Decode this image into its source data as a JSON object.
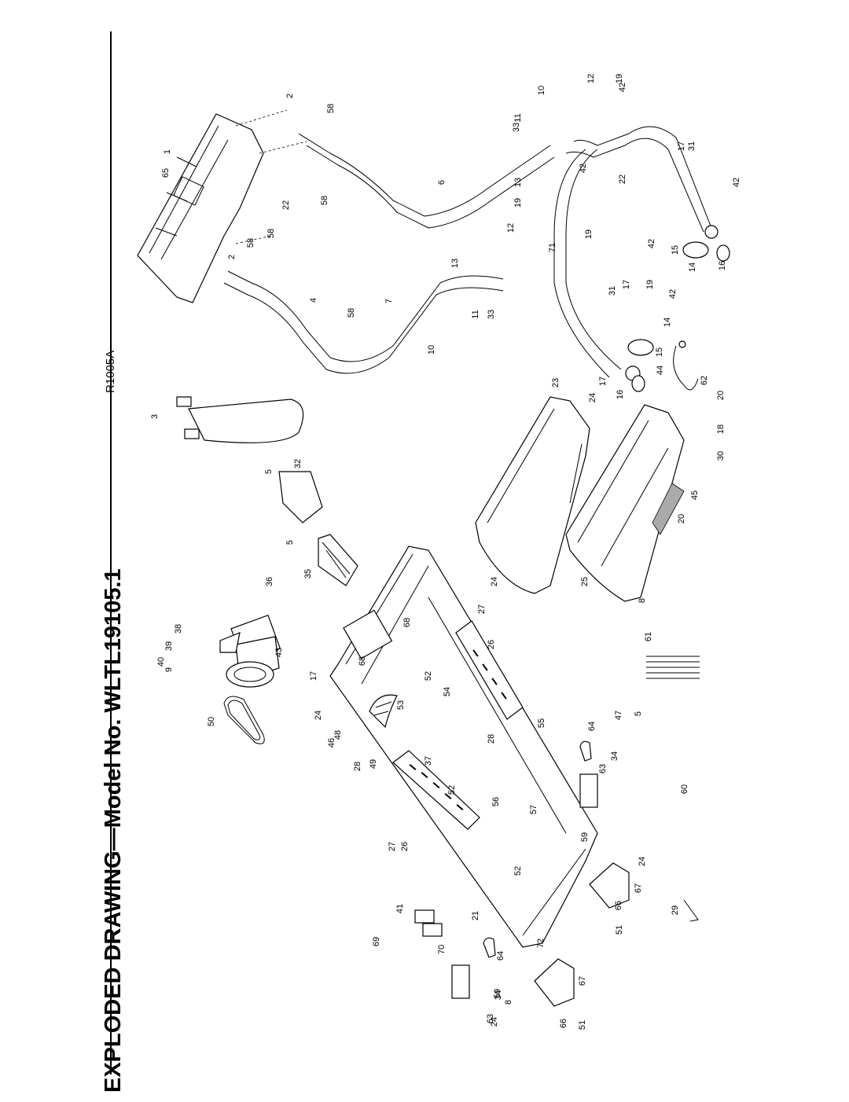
{
  "header": {
    "title": "EXPLODED DRAWING—Model No. WLTL19105.1",
    "drawing_code": "R1005A"
  },
  "callouts": [
    "1",
    "2",
    "2",
    "3",
    "4",
    "5",
    "5",
    "5",
    "6",
    "7",
    "8",
    "8",
    "9",
    "10",
    "10",
    "11",
    "11",
    "12",
    "12",
    "13",
    "13",
    "14",
    "14",
    "15",
    "15",
    "16",
    "16",
    "17",
    "17",
    "17",
    "17",
    "18",
    "19",
    "19",
    "19",
    "19",
    "20",
    "20",
    "21",
    "22",
    "22",
    "23",
    "24",
    "24",
    "24",
    "24",
    "24",
    "25",
    "26",
    "26",
    "27",
    "27",
    "28",
    "28",
    "29",
    "30",
    "31",
    "31",
    "32",
    "33",
    "33",
    "34",
    "34",
    "35",
    "36",
    "37",
    "38",
    "39",
    "40",
    "41",
    "42",
    "42",
    "42",
    "42",
    "42",
    "43",
    "44",
    "45",
    "46",
    "47",
    "48",
    "49",
    "50",
    "51",
    "51",
    "52",
    "52",
    "52",
    "53",
    "54",
    "55",
    "56",
    "57",
    "58",
    "58",
    "58",
    "58",
    "58",
    "59",
    "59",
    "60",
    "61",
    "62",
    "63",
    "63",
    "64",
    "64",
    "65",
    "66",
    "66",
    "67",
    "67",
    "68",
    "68",
    "69",
    "70",
    "71",
    "72"
  ]
}
